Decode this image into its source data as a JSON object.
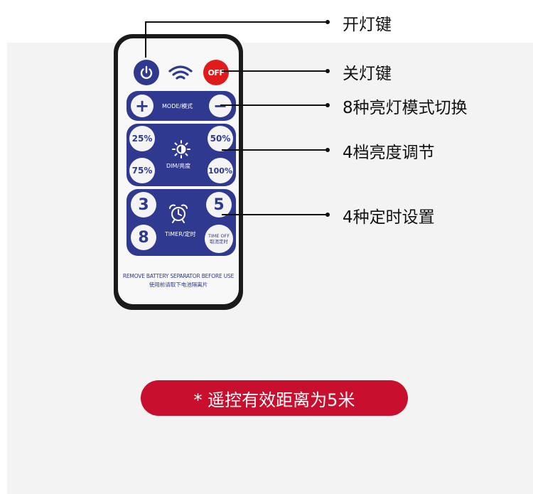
{
  "remote": {
    "off_label": "OFF",
    "mode_label": "MODE/模式",
    "plus_label": "+",
    "minus_label": "−",
    "dim_label": "DIM/亮度",
    "dim_levels": [
      "25%",
      "50%",
      "75%",
      "100%"
    ],
    "timer_label": "TIMER/定时",
    "timer_values": [
      "3",
      "5",
      "8"
    ],
    "timer_off_label_en": "TIME OFF",
    "timer_off_label_cn": "取消定时",
    "separator_note_en": "REMOVE BATTERY SEPARATOR BEFORE USE",
    "separator_note_cn": "使用前请取下电池隔离片",
    "icons": [
      "power-icon",
      "wifi-icon",
      "sun-icon",
      "alarm-clock-icon"
    ],
    "colors": {
      "body": "#1a1a1a",
      "panel": "#2f3990",
      "off": "#e11b1b"
    }
  },
  "callouts": [
    "开灯键",
    "关灯键",
    "8种亮灯模式切换",
    "4档亮度调节",
    "4种定时设置"
  ],
  "footer": {
    "range_note": "* 遥控有效距离为5米",
    "pill_color": "#c8102e"
  }
}
